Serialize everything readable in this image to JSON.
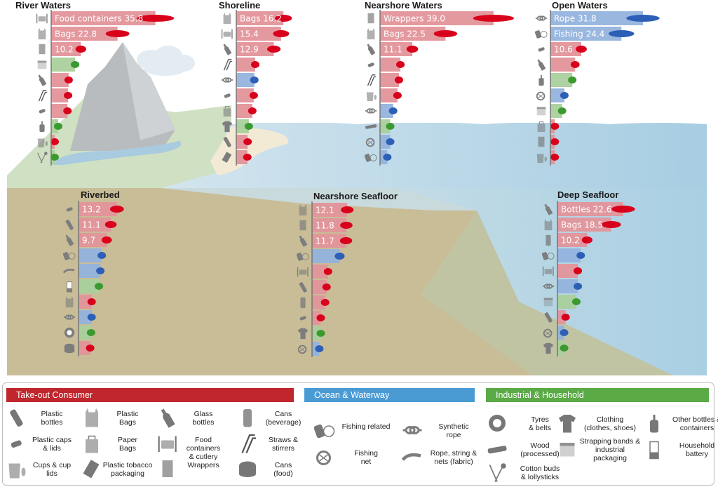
{
  "colors": {
    "take_out": "#c0272d",
    "ocean": "#4a9bd4",
    "industrial": "#5aaa46",
    "bar_take_out": "#e3939a",
    "bar_ocean": "#94b3dd",
    "bar_industrial": "#aad09c",
    "ci_take_out": "#d8001b",
    "ci_ocean": "#2c5fb5",
    "ci_industrial": "#3b9a2f"
  },
  "chart_data": [
    {
      "type": "bar",
      "orientation": "horizontal",
      "title": "River Waters",
      "bars": [
        {
          "category": "Food containers & cutlery",
          "group": "take_out",
          "value": 35.8,
          "label": "Food containers 35.8",
          "icon": "food-container-icon"
        },
        {
          "category": "Plastic Bags",
          "group": "take_out",
          "value": 22.8,
          "label": "Bags 22.8",
          "icon": "plastic-bag-icon"
        },
        {
          "category": "Wrappers",
          "group": "take_out",
          "value": 10.2,
          "label": "10.2",
          "icon": "wrapper-icon"
        },
        {
          "category": "Strapping bands & industrial packaging",
          "group": "industrial",
          "value": 8.2,
          "label": "",
          "icon": "strapping-band-icon"
        },
        {
          "category": "Glass bottles",
          "group": "take_out",
          "value": 6.0,
          "label": "",
          "icon": "glass-bottle-icon"
        },
        {
          "category": "Straws & stirrers",
          "group": "take_out",
          "value": 5.8,
          "label": "",
          "icon": "straw-icon"
        },
        {
          "category": "Plastic caps & lids",
          "group": "take_out",
          "value": 5.6,
          "label": "",
          "icon": "cap-icon"
        },
        {
          "category": "Other bottles & containers",
          "group": "industrial",
          "value": 2.4,
          "label": "",
          "icon": "pump-bottle-icon"
        },
        {
          "category": "Cups & cup lids",
          "group": "take_out",
          "value": 1.2,
          "label": "",
          "icon": "cup-icon"
        },
        {
          "category": "Cotton buds & lollysticks",
          "group": "industrial",
          "value": 1.2,
          "label": "",
          "icon": "cotton-bud-icon"
        }
      ]
    },
    {
      "type": "bar",
      "orientation": "horizontal",
      "title": "Shoreline",
      "bars": [
        {
          "category": "Plastic Bags",
          "group": "take_out",
          "value": 16.2,
          "label": "Bags 16.2",
          "icon": "plastic-bag-icon"
        },
        {
          "category": "Food containers & cutlery",
          "group": "take_out",
          "value": 15.4,
          "label": "15.4",
          "icon": "food-container-icon"
        },
        {
          "category": "Glass bottles",
          "group": "take_out",
          "value": 12.9,
          "label": "12.9",
          "icon": "glass-bottle-icon"
        },
        {
          "category": "Straws & stirrers",
          "group": "take_out",
          "value": 6.5,
          "label": "",
          "icon": "straw-icon"
        },
        {
          "category": "Synthetic rope",
          "group": "ocean",
          "value": 6.2,
          "label": "",
          "icon": "rope-knot-icon"
        },
        {
          "category": "Plastic caps & lids",
          "group": "take_out",
          "value": 6.0,
          "label": "",
          "icon": "cap-icon"
        },
        {
          "category": "Paper Bags",
          "group": "take_out",
          "value": 5.5,
          "label": "",
          "icon": "paper-bag-icon"
        },
        {
          "category": "Clothing (clothes, shoes)",
          "group": "industrial",
          "value": 4.3,
          "label": "",
          "icon": "tshirt-icon"
        },
        {
          "category": "Plastic bottles",
          "group": "take_out",
          "value": 3.9,
          "label": "",
          "icon": "plastic-bottle-icon"
        },
        {
          "category": "Plastic tobacco packaging",
          "group": "take_out",
          "value": 3.8,
          "label": "",
          "icon": "tobacco-pack-icon"
        }
      ]
    },
    {
      "type": "bar",
      "orientation": "horizontal",
      "title": "Nearshore Waters",
      "bars": [
        {
          "category": "Wrappers",
          "group": "take_out",
          "value": 39.0,
          "label": "Wrappers 39.0",
          "icon": "wrapper-icon"
        },
        {
          "category": "Plastic Bags",
          "group": "take_out",
          "value": 22.5,
          "label": "Bags 22.5",
          "icon": "plastic-bag-icon"
        },
        {
          "category": "Glass bottles",
          "group": "take_out",
          "value": 11.1,
          "label": "11.1",
          "icon": "glass-bottle-icon"
        },
        {
          "category": "Plastic caps & lids",
          "group": "take_out",
          "value": 7.0,
          "label": "",
          "icon": "cap-icon"
        },
        {
          "category": "Straws & stirrers",
          "group": "take_out",
          "value": 6.5,
          "label": "",
          "icon": "straw-icon"
        },
        {
          "category": "Cups & cup lids",
          "group": "take_out",
          "value": 6.0,
          "label": "",
          "icon": "cup-icon"
        },
        {
          "category": "Synthetic rope",
          "group": "ocean",
          "value": 4.5,
          "label": "",
          "icon": "rope-knot-icon"
        },
        {
          "category": "Wood (processed)",
          "group": "industrial",
          "value": 3.5,
          "label": "",
          "icon": "wood-icon"
        },
        {
          "category": "Fishing net",
          "group": "ocean",
          "value": 3.5,
          "label": "",
          "icon": "fishing-net-icon"
        },
        {
          "category": "Fishing related",
          "group": "ocean",
          "value": 2.5,
          "label": "",
          "icon": "fishing-related-icon"
        }
      ]
    },
    {
      "type": "bar",
      "orientation": "horizontal",
      "title": "Open Waters",
      "bars": [
        {
          "category": "Synthetic rope",
          "group": "ocean",
          "value": 31.8,
          "label": "Rope 31.8",
          "icon": "rope-knot-icon"
        },
        {
          "category": "Fishing related",
          "group": "ocean",
          "value": 24.4,
          "label": "Fishing 24.4",
          "icon": "fishing-related-icon"
        },
        {
          "category": "Plastic caps & lids",
          "group": "take_out",
          "value": 10.6,
          "label": "10.6",
          "icon": "cap-icon"
        },
        {
          "category": "Glass bottles",
          "group": "take_out",
          "value": 8.5,
          "label": "",
          "icon": "glass-bottle-icon"
        },
        {
          "category": "Other bottles & containers",
          "group": "industrial",
          "value": 7.5,
          "label": "",
          "icon": "pump-bottle-icon"
        },
        {
          "category": "Fishing net",
          "group": "ocean",
          "value": 4.8,
          "label": "",
          "icon": "fishing-net-icon"
        },
        {
          "category": "Strapping bands & industrial packaging",
          "group": "industrial",
          "value": 4.0,
          "label": "",
          "icon": "strapping-band-icon"
        },
        {
          "category": "Paper Bags",
          "group": "take_out",
          "value": 1.5,
          "label": "",
          "icon": "paper-bag-icon"
        },
        {
          "category": "Wrappers",
          "group": "take_out",
          "value": 1.5,
          "label": "",
          "icon": "wrapper-icon"
        },
        {
          "category": "Cups & cup lids",
          "group": "take_out",
          "value": 1.5,
          "label": "",
          "icon": "cup-icon"
        }
      ]
    },
    {
      "type": "bar",
      "orientation": "horizontal",
      "title": "Riverbed",
      "bars": [
        {
          "category": "Plastic caps & lids",
          "group": "take_out",
          "value": 13.2,
          "label": "13.2",
          "icon": "cap-icon"
        },
        {
          "category": "Plastic bottles",
          "group": "take_out",
          "value": 11.1,
          "label": "11.1",
          "icon": "plastic-bottle-icon"
        },
        {
          "category": "Glass bottles",
          "group": "take_out",
          "value": 9.7,
          "label": "9.7",
          "icon": "glass-bottle-icon"
        },
        {
          "category": "Fishing related",
          "group": "ocean",
          "value": 8.0,
          "label": "",
          "icon": "fishing-related-icon"
        },
        {
          "category": "Rope, string & nets (fabric)",
          "group": "ocean",
          "value": 7.5,
          "label": "",
          "icon": "rope-string-icon"
        },
        {
          "category": "Household battery",
          "group": "industrial",
          "value": 7.0,
          "label": "",
          "icon": "battery-icon"
        },
        {
          "category": "Plastic Bags",
          "group": "take_out",
          "value": 4.5,
          "label": "",
          "icon": "plastic-bag-icon"
        },
        {
          "category": "Synthetic rope",
          "group": "ocean",
          "value": 4.5,
          "label": "",
          "icon": "rope-knot-icon"
        },
        {
          "category": "Tyres & belts",
          "group": "industrial",
          "value": 4.3,
          "label": "",
          "icon": "tyre-icon"
        },
        {
          "category": "Cans (food)",
          "group": "take_out",
          "value": 4.0,
          "label": "",
          "icon": "food-can-icon"
        }
      ]
    },
    {
      "type": "bar",
      "orientation": "horizontal",
      "title": "Nearshore Seafloor",
      "bars": [
        {
          "category": "Plastic Bags",
          "group": "take_out",
          "value": 12.1,
          "label": "12.1",
          "icon": "plastic-bag-icon"
        },
        {
          "category": "Wrappers",
          "group": "take_out",
          "value": 11.8,
          "label": "11.8",
          "icon": "wrapper-icon"
        },
        {
          "category": "Glass bottles",
          "group": "take_out",
          "value": 11.7,
          "label": "11.7",
          "icon": "glass-bottle-icon"
        },
        {
          "category": "Fishing related",
          "group": "ocean",
          "value": 9.5,
          "label": "",
          "icon": "fishing-related-icon"
        },
        {
          "category": "Food containers & cutlery",
          "group": "take_out",
          "value": 5.5,
          "label": "",
          "icon": "food-container-icon"
        },
        {
          "category": "Plastic bottles",
          "group": "take_out",
          "value": 5.0,
          "label": "",
          "icon": "plastic-bottle-icon"
        },
        {
          "category": "Cans (beverage)",
          "group": "take_out",
          "value": 4.5,
          "label": "",
          "icon": "beverage-can-icon"
        },
        {
          "category": "Plastic caps & lids",
          "group": "take_out",
          "value": 3.0,
          "label": "",
          "icon": "cap-icon"
        },
        {
          "category": "Clothing (clothes, shoes)",
          "group": "industrial",
          "value": 3.0,
          "label": "",
          "icon": "tshirt-icon"
        },
        {
          "category": "Fishing net",
          "group": "ocean",
          "value": 2.5,
          "label": "",
          "icon": "fishing-net-icon"
        }
      ]
    },
    {
      "type": "bar",
      "orientation": "horizontal",
      "title": "Deep Seafloor",
      "bars": [
        {
          "category": "Glass bottles",
          "group": "take_out",
          "value": 22.6,
          "label": "Bottles 22.6",
          "icon": "glass-bottle-icon"
        },
        {
          "category": "Plastic Bags",
          "group": "take_out",
          "value": 18.5,
          "label": "Bags 18.5",
          "icon": "plastic-bag-icon"
        },
        {
          "category": "Cans (beverage)",
          "group": "take_out",
          "value": 10.2,
          "label": "10.2",
          "icon": "beverage-can-icon"
        },
        {
          "category": "Fishing related",
          "group": "ocean",
          "value": 8.0,
          "label": "",
          "icon": "fishing-related-icon"
        },
        {
          "category": "Food containers & cutlery",
          "group": "take_out",
          "value": 7.0,
          "label": "",
          "icon": "food-container-icon"
        },
        {
          "category": "Synthetic rope",
          "group": "ocean",
          "value": 7.0,
          "label": "",
          "icon": "rope-knot-icon"
        },
        {
          "category": "Strapping bands & industrial packaging",
          "group": "industrial",
          "value": 6.5,
          "label": "",
          "icon": "strapping-band-icon"
        },
        {
          "category": "Plastic bottles",
          "group": "take_out",
          "value": 2.8,
          "label": "",
          "icon": "plastic-bottle-icon"
        },
        {
          "category": "Fishing net",
          "group": "ocean",
          "value": 2.3,
          "label": "",
          "icon": "fishing-net-icon"
        },
        {
          "category": "Clothing (clothes, shoes)",
          "group": "industrial",
          "value": 2.3,
          "label": "",
          "icon": "tshirt-icon"
        }
      ]
    }
  ],
  "legend": {
    "groups": [
      {
        "key": "take_out",
        "title": "Take-out Consumer",
        "items": [
          {
            "label": "Plastic\nbottles",
            "icon": "plastic-bottle-icon"
          },
          {
            "label": "Plastic\nBags",
            "icon": "plastic-bag-icon"
          },
          {
            "label": "Glass\nbottles",
            "icon": "glass-bottle-icon"
          },
          {
            "label": "Cans\n(beverage)",
            "icon": "beverage-can-icon"
          },
          {
            "label": "Plastic caps\n& lids",
            "icon": "cap-icon"
          },
          {
            "label": "Paper\nBags",
            "icon": "paper-bag-icon"
          },
          {
            "label": "Food containers\n& cutlery",
            "icon": "food-container-icon"
          },
          {
            "label": "Straws &\nstirrers",
            "icon": "straw-icon"
          },
          {
            "label": "Cups & cup\nlids",
            "icon": "cup-icon"
          },
          {
            "label": "Plastic tobacco\npackaging",
            "icon": "tobacco-pack-icon"
          },
          {
            "label": "Wrappers",
            "icon": "wrapper-icon"
          },
          {
            "label": "Cans\n(food)",
            "icon": "food-can-icon"
          }
        ]
      },
      {
        "key": "ocean",
        "title": "Ocean & Waterway",
        "items": [
          {
            "label": "Fishing related",
            "icon": "fishing-related-icon"
          },
          {
            "label": "Synthetic\nrope",
            "icon": "rope-knot-icon"
          },
          {
            "label": "Fishing\nnet",
            "icon": "fishing-net-icon"
          },
          {
            "label": "Rope, string &\nnets (fabric)",
            "icon": "rope-string-icon"
          }
        ]
      },
      {
        "key": "industrial",
        "title": "Industrial & Household",
        "items": [
          {
            "label": "Tyres\n& belts",
            "icon": "tyre-icon"
          },
          {
            "label": "Clothing\n(clothes, shoes)",
            "icon": "tshirt-icon"
          },
          {
            "label": "Other bottles &\ncontainers",
            "icon": "pump-bottle-icon"
          },
          {
            "label": "Wood\n(processed)",
            "icon": "wood-icon"
          },
          {
            "label": "Strapping bands &\nindustrial\npackaging",
            "icon": "strapping-band-icon"
          },
          {
            "label": "Household\nbattery",
            "icon": "battery-icon"
          },
          {
            "label": "Cotton buds\n& lollysticks",
            "icon": "cotton-bud-icon"
          }
        ]
      }
    ]
  }
}
